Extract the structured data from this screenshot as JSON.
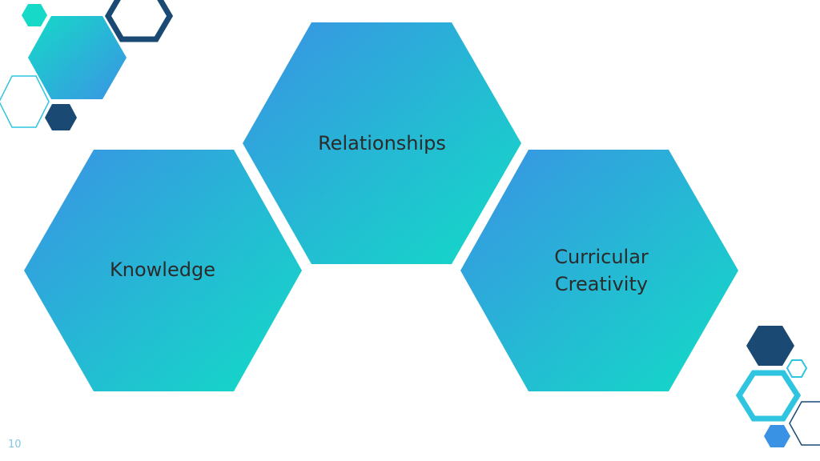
{
  "slide": {
    "hexagons": {
      "relationships": "Relationships",
      "knowledge": "Knowledge",
      "curricular_line1": "Curricular",
      "curricular_line2": "Creativity"
    },
    "page_number": "10"
  },
  "colors": {
    "gradient_blue": "#3a92e4",
    "gradient_teal": "#12dcc6",
    "navy": "#1a4a73",
    "cyan_outline": "#2fc4e0",
    "background": "#ffffff"
  }
}
